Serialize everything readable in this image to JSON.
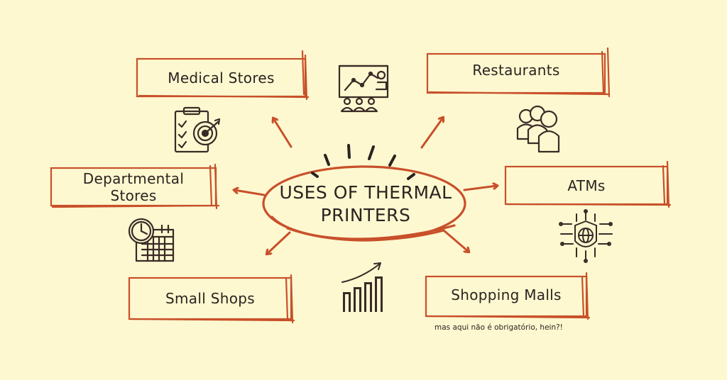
{
  "diagram": {
    "center": {
      "line1": "USES OF THERMAL",
      "line2": "PRINTERS"
    },
    "nodes": {
      "medical": "Medical Stores",
      "restaurants": "Restaurants",
      "departmental_line1": "Departmental",
      "departmental_line2": "Stores",
      "atms": "ATMs",
      "small_shops": "Small Shops",
      "shopping_malls": "Shopping Malls"
    },
    "note": "mas aqui não é obrigatório, hein?!"
  },
  "colors": {
    "background": "#fdf8d0",
    "accent": "#c8502a",
    "ink": "#2b2320"
  },
  "icons": [
    "presentation-chart-icon",
    "checklist-target-icon",
    "people-group-icon",
    "clock-calendar-icon",
    "circuit-globe-shield-icon",
    "bar-chart-growth-icon"
  ]
}
